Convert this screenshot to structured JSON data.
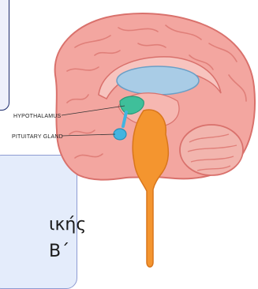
{
  "labels": {
    "hypothalamus": "HYPOTHALAMUS",
    "pituitary": "PITUITARY GLAND"
  },
  "text_fragments": {
    "line1": "ικής",
    "line2": "Β΄"
  },
  "colors": {
    "cortex": "#f3a6a0",
    "cortex_dark": "#d9716c",
    "ventricle": "#a9cce6",
    "hypothalamus": "#3fbf9a",
    "pituitary": "#43b4e0",
    "brainstem": "#f4952f",
    "cerebellum": "#f2b5ae",
    "panel_top_border": "#1c2a6b",
    "panel_bottom_fill": "#e4ecfb"
  }
}
